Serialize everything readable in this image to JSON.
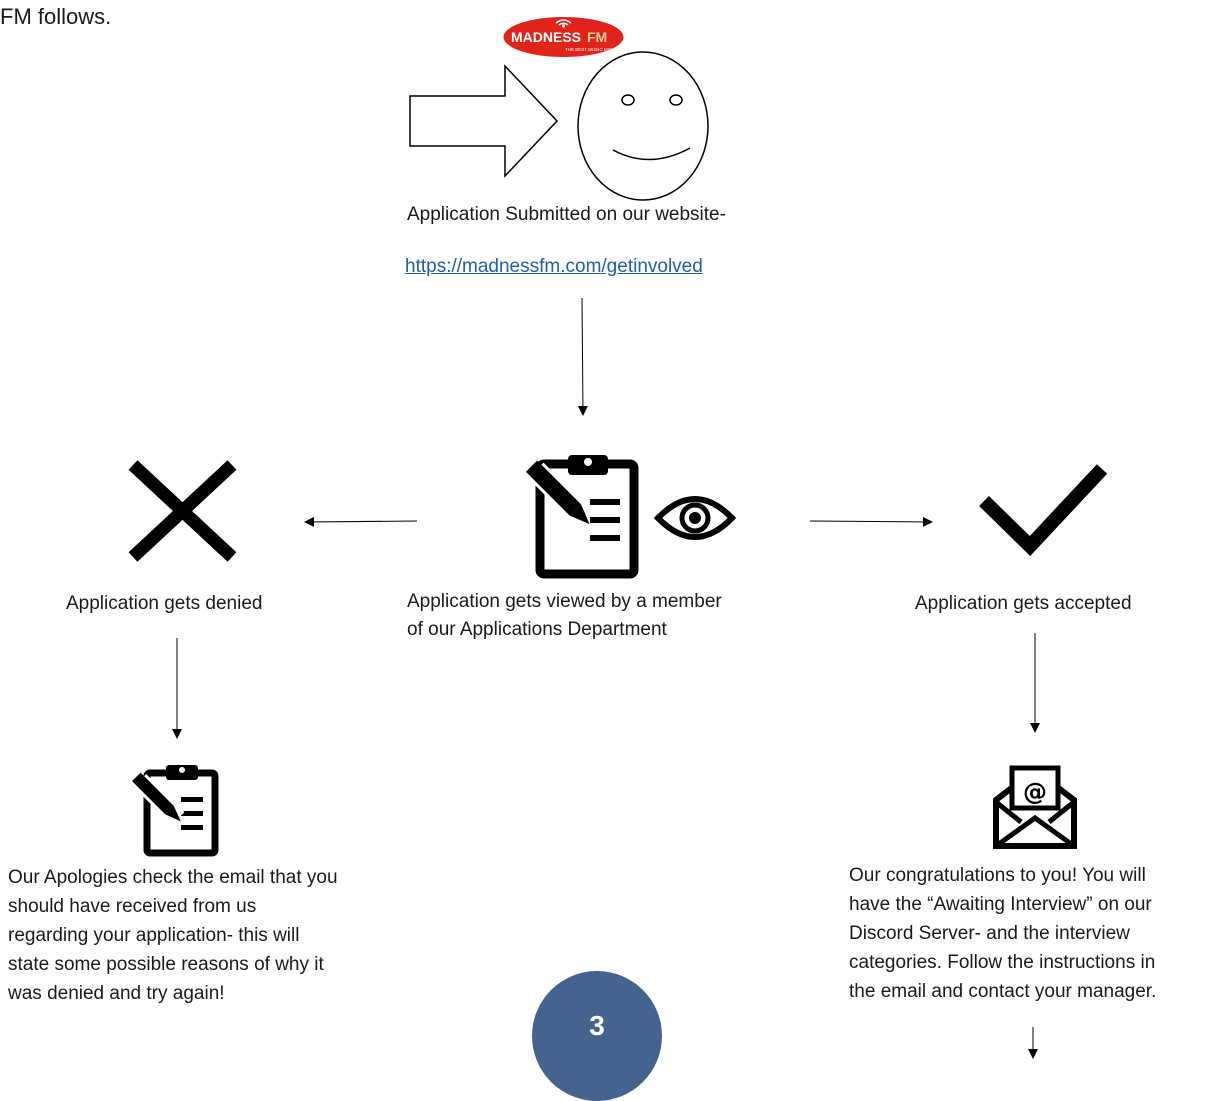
{
  "intro_fragment": "FM follows.",
  "logo": {
    "name": "MADNESS",
    "fm": "FM",
    "tagline": "THE BEST MUSIC MIX"
  },
  "submitted": {
    "text": "Application Submitted on our website-",
    "url": "https://madnessfm.com/getinvolved"
  },
  "viewed": {
    "line1": "Application gets viewed by a member",
    "line2": "of our Applications Department"
  },
  "denied": {
    "label": "Application gets denied",
    "lines": [
      "Our Apologies check the email that you",
      "should have received from us",
      "regarding your application- this will",
      "state some possible reasons of why it",
      "was denied and try again!"
    ]
  },
  "accepted": {
    "label": "Application gets accepted",
    "lines": [
      "Our congratulations to you! You will",
      "have the “Awaiting Interview” on our",
      "Discord Server- and the interview",
      "categories. Follow the instructions in",
      "the email and contact your manager."
    ]
  },
  "page_number": "3",
  "icons": [
    "arrow-right-outline-icon",
    "smiley-face-icon",
    "clipboard-pencil-icon",
    "eye-icon",
    "cross-icon",
    "checkmark-icon",
    "envelope-at-icon"
  ],
  "colors": {
    "link": "#1f5fae",
    "page_circle": "#44648f",
    "logo_red": "#e2231a"
  }
}
